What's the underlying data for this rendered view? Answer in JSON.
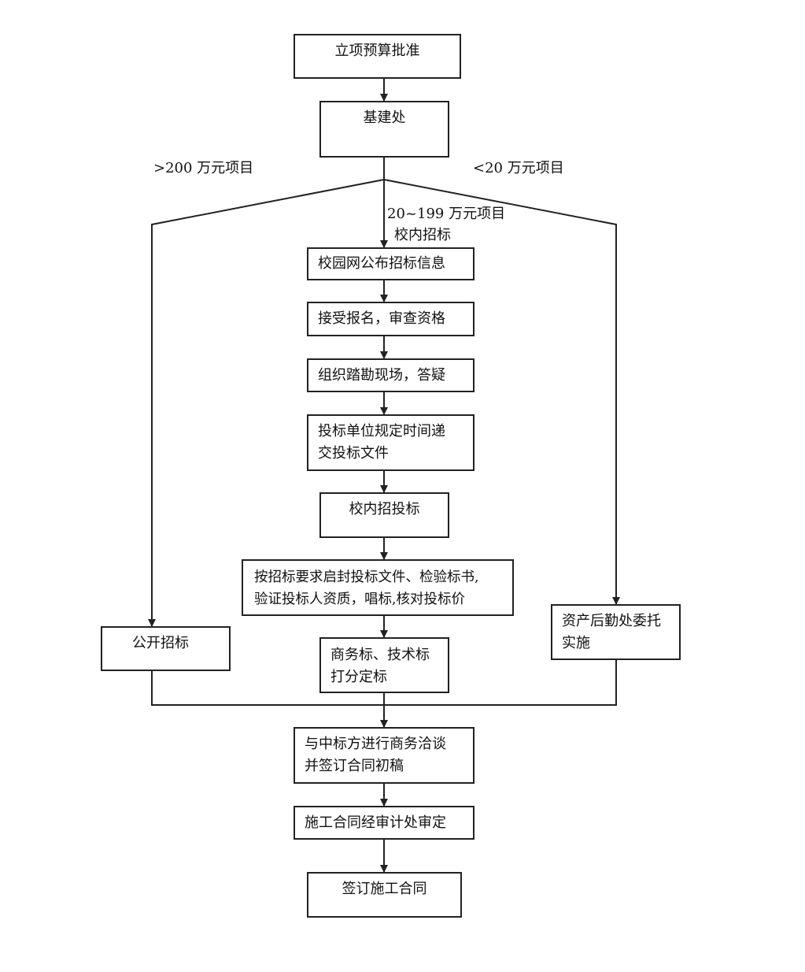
{
  "nodes": {
    "approve": "立项预算批准",
    "jianshe": "基建处",
    "publish": "校园网公布招标信息",
    "register": "接受报名，审查资格",
    "visit": "组织踏勘现场，答疑",
    "submit": [
      "投标单位规定时间递",
      "交投标文件"
    ],
    "bidding": "校内招投标",
    "opening": [
      "按招标要求启封投标文件、检验标书,",
      "验证投标人资质，唱标,核对投标价"
    ],
    "scoring": [
      "商务标、技术标",
      "打分定标"
    ],
    "public": "公开招标",
    "logistics": [
      "资产后勤处委托",
      "实施"
    ],
    "negotiate": [
      "与中标方进行商务洽谈",
      "并签订合同初稿"
    ],
    "audit": "施工合同经审计处审定",
    "sign": "签订施工合同"
  },
  "branches": {
    "large": ">200 万元项目",
    "small": "<20 万元项目",
    "medium": "20~199 万元项目",
    "medium_sub": "校内招标"
  }
}
